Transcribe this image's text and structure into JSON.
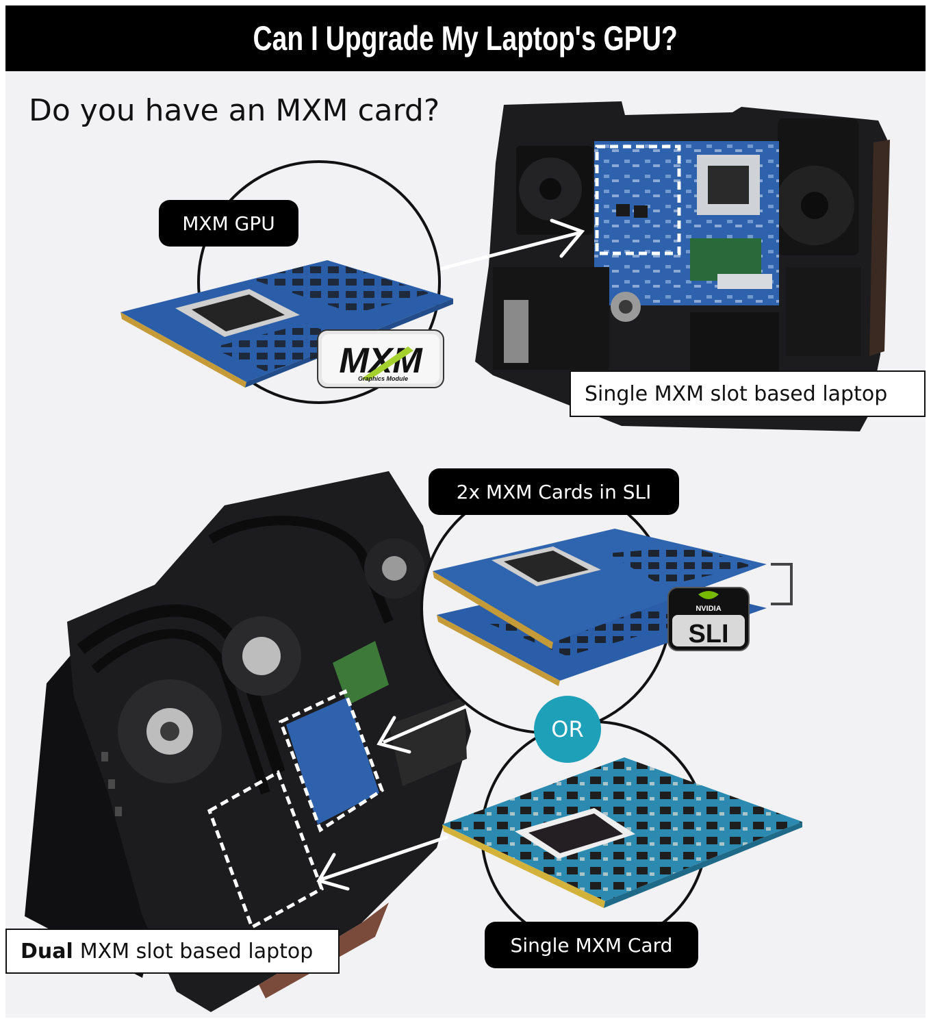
{
  "title": "Can I Upgrade My Laptop's GPU?",
  "question": "Do you have an MXM card?",
  "labels": {
    "mxm_gpu": "MXM GPU",
    "single_slot": "Single MXM slot based laptop",
    "sli_cards": "2x MXM Cards in SLI",
    "or": "OR",
    "dual_slot_bold": "Dual",
    "dual_slot_rest": "MXM slot based laptop",
    "single_card": "Single MXM Card"
  },
  "logos": {
    "mxm_logo": "MXM",
    "mxm_logo_sub": "Graphics Module",
    "nvidia": "NVIDIA",
    "sli": "SLI"
  },
  "colors": {
    "banner": "#000000",
    "background": "#f2f2f4",
    "or_circle": "#1ea0b8",
    "pcb_blue": "#2a5fa8",
    "pcb_teal": "#2c8ab0",
    "laptop_body": "#1c1c1e"
  }
}
